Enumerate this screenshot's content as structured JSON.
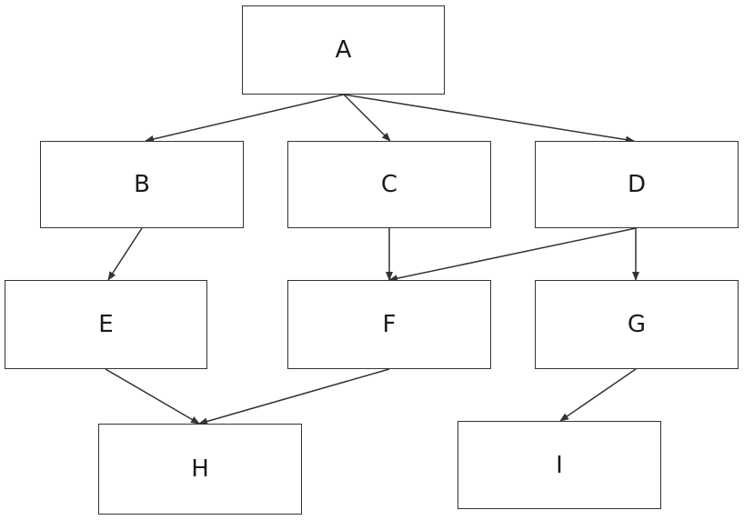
{
  "diagram": {
    "nodes": [
      {
        "id": "A",
        "label": "A"
      },
      {
        "id": "B",
        "label": "B"
      },
      {
        "id": "C",
        "label": "C"
      },
      {
        "id": "D",
        "label": "D"
      },
      {
        "id": "E",
        "label": "E"
      },
      {
        "id": "F",
        "label": "F"
      },
      {
        "id": "G",
        "label": "G"
      },
      {
        "id": "H",
        "label": "H"
      },
      {
        "id": "I",
        "label": "I"
      }
    ],
    "edges": [
      {
        "from": "A",
        "to": "B"
      },
      {
        "from": "A",
        "to": "C"
      },
      {
        "from": "A",
        "to": "D"
      },
      {
        "from": "B",
        "to": "E"
      },
      {
        "from": "C",
        "to": "F"
      },
      {
        "from": "D",
        "to": "F"
      },
      {
        "from": "D",
        "to": "G"
      },
      {
        "from": "E",
        "to": "H"
      },
      {
        "from": "F",
        "to": "H"
      },
      {
        "from": "G",
        "to": "I"
      }
    ],
    "colors": {
      "stroke": "#333333",
      "text": "#1a1a1a",
      "background": "#ffffff"
    }
  }
}
